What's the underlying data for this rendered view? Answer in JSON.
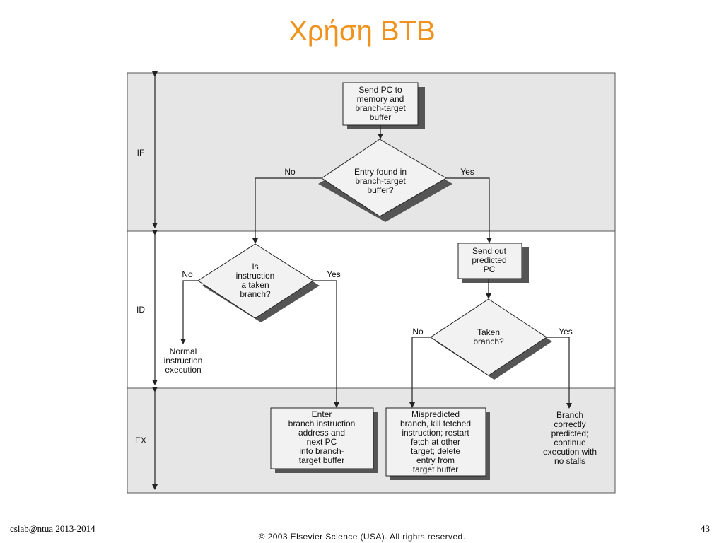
{
  "slide": {
    "title": "Χρήση BTB",
    "footer_left": "cslab@ntua 2013-2014",
    "page_number": "43",
    "copyright": "© 2003 Elsevier Science (USA). All rights reserved."
  },
  "diagram": {
    "stages": {
      "if": "IF",
      "id": "ID",
      "ex": "EX"
    },
    "nodes": {
      "send_pc": [
        "Send PC to",
        "memory and",
        "branch-target",
        "buffer"
      ],
      "entry_found": [
        "Entry found in",
        "branch-target",
        "buffer?"
      ],
      "is_taken": [
        "Is",
        "instruction",
        "a taken",
        "branch?"
      ],
      "send_predicted": [
        "Send out",
        "predicted",
        "PC"
      ],
      "taken_branch": [
        "Taken",
        "branch?"
      ],
      "normal_exec": [
        "Normal",
        "instruction",
        "execution"
      ],
      "enter_btb": [
        "Enter",
        "branch instruction",
        "address and",
        "next PC",
        "into branch-",
        "target buffer"
      ],
      "mispredicted": [
        "Mispredicted",
        "branch, kill fetched",
        "instruction; restart",
        "fetch at other",
        "target; delete",
        "entry from",
        "target buffer"
      ],
      "correct": [
        "Branch",
        "correctly",
        "predicted;",
        "continue",
        "execution with",
        "no stalls"
      ]
    },
    "labels": {
      "no_1": "No",
      "yes_1": "Yes",
      "no_2": "No",
      "yes_2": "Yes",
      "no_3": "No",
      "yes_3": "Yes"
    },
    "colors": {
      "panel": "#e6e6e6",
      "shadow": "#555555",
      "box_fill": "#f2f2f2",
      "line": "#222222",
      "title": "#f0921e"
    }
  }
}
